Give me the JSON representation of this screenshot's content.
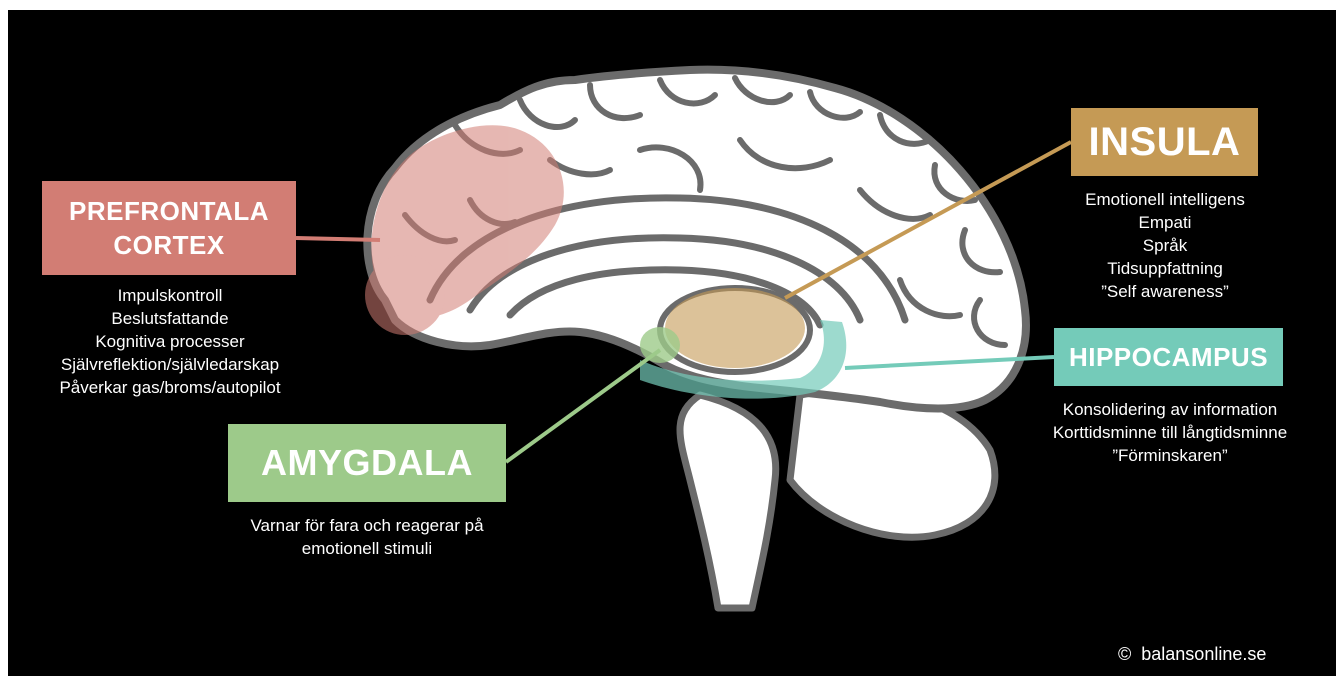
{
  "colors": {
    "background": "#000000",
    "prefrontal": "#d27d74",
    "insula": "#c59a55",
    "hippocampus": "#74cbb9",
    "amygdala": "#9dca8a",
    "brain_fill": "#ffffff",
    "brain_outline": "#6b6b6b"
  },
  "regions": {
    "prefrontal": {
      "title_line1": "PREFRONTALA",
      "title_line2": "CORTEX",
      "description": [
        "Impulskontroll",
        "Beslutsfattande",
        "Kognitiva processer",
        "Självreflektion/självledarskap",
        "Påverkar gas/broms/autopilot"
      ]
    },
    "insula": {
      "title": "INSULA",
      "description": [
        "Emotionell intelligens",
        "Empati",
        "Språk",
        "Tidsuppfattning",
        "”Self awareness”"
      ]
    },
    "hippocampus": {
      "title": "HIPPOCAMPUS",
      "description": [
        "Konsolidering av information",
        "Korttidsminne till långtidsminne",
        "”Förminskaren”"
      ]
    },
    "amygdala": {
      "title": "AMYGDALA",
      "description": [
        "Varnar för fara och reagerar på",
        "emotionell stimuli"
      ]
    }
  },
  "credit": {
    "symbol": "©",
    "text": "balansonline.se"
  }
}
